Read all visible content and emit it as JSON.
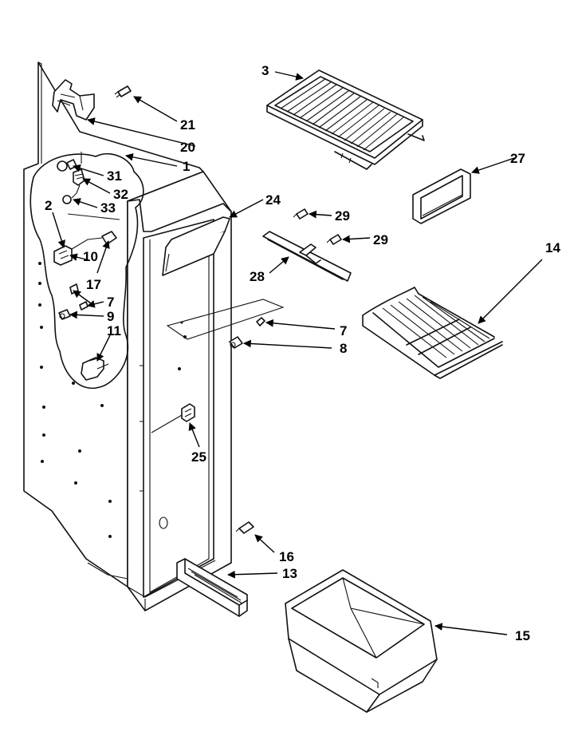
{
  "labels": {
    "p1": "1",
    "p2": "2",
    "p3": "3",
    "p7a": "7",
    "p7b": "7",
    "p8": "8",
    "p9": "9",
    "p10": "10",
    "p11": "11",
    "p13": "13",
    "p14": "14",
    "p15": "15",
    "p16": "16",
    "p17": "17",
    "p20": "20",
    "p21": "21",
    "p24": "24",
    "p25": "25",
    "p27": "27",
    "p28": "28",
    "p29a": "29",
    "p29b": "29",
    "p31": "31",
    "p32": "32",
    "p33": "33"
  }
}
